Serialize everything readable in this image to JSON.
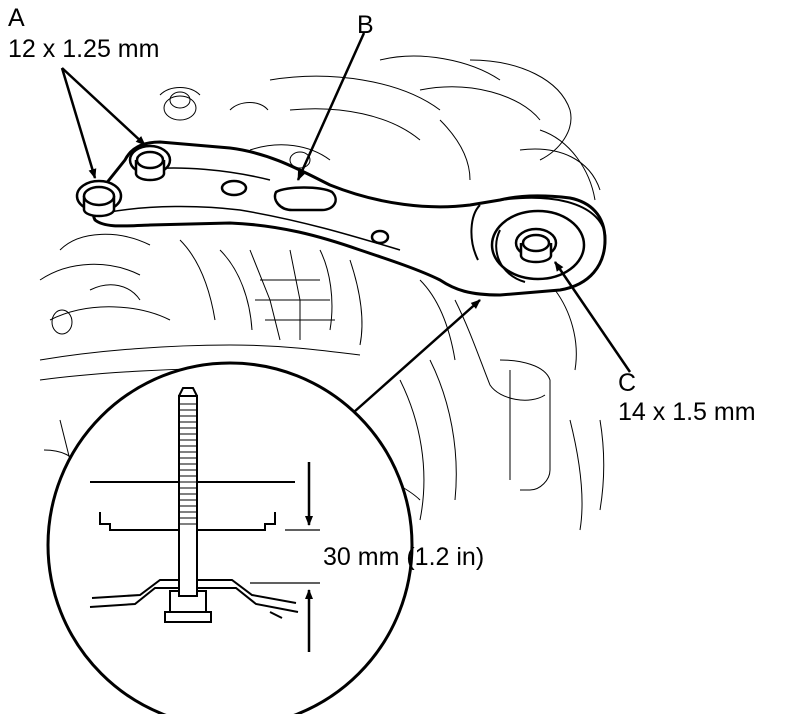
{
  "callouts": {
    "a": {
      "letter": "A",
      "spec": "12 x 1.25 mm"
    },
    "b": {
      "letter": "B"
    },
    "c": {
      "letter": "C",
      "spec": "14 x 1.5 mm"
    }
  },
  "detail": {
    "dimension": "30 mm (1.2 in)"
  },
  "colors": {
    "ink": "#000000",
    "paper": "#ffffff"
  }
}
